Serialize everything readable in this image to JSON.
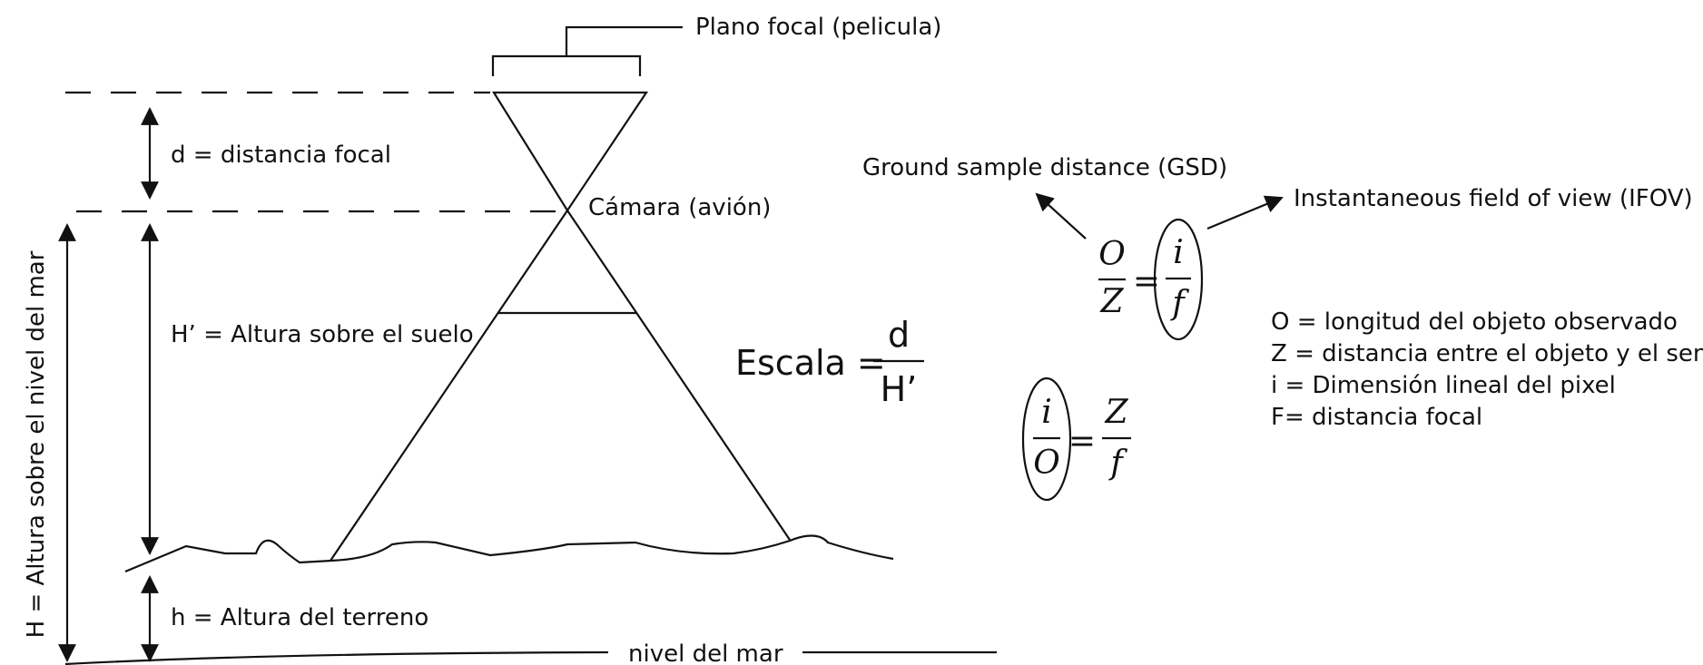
{
  "labels": {
    "focal_plane": "Plano focal (pelicula)",
    "focal_distance": "d = distancia focal",
    "camera": "Cámara (avión)",
    "height_above_ground": "H’ = Altura sobre el suelo",
    "height_above_sea": "H = Altura sobre el nivel del mar",
    "terrain_height": "h = Altura del terreno",
    "sea_level": "nivel del mar",
    "gsd": "Ground sample distance (GSD)",
    "ifov": "Instantaneous field of view (IFOV)"
  },
  "scale_formula": {
    "lhs": "Escala =",
    "numerator": "d",
    "denominator": "H’"
  },
  "formula1": {
    "left_num": "O",
    "left_den": "Z",
    "equals": "=",
    "right_num": "i",
    "right_den": "f"
  },
  "formula2": {
    "left_num": "i",
    "left_den": "O",
    "equals": "=",
    "right_num": "Z",
    "right_den": "f"
  },
  "legend": [
    "O = longitud del objeto observado",
    "Z = distancia entre el objeto y el sensor",
    "i = Dimensión lineal del pixel",
    "F= distancia focal"
  ]
}
